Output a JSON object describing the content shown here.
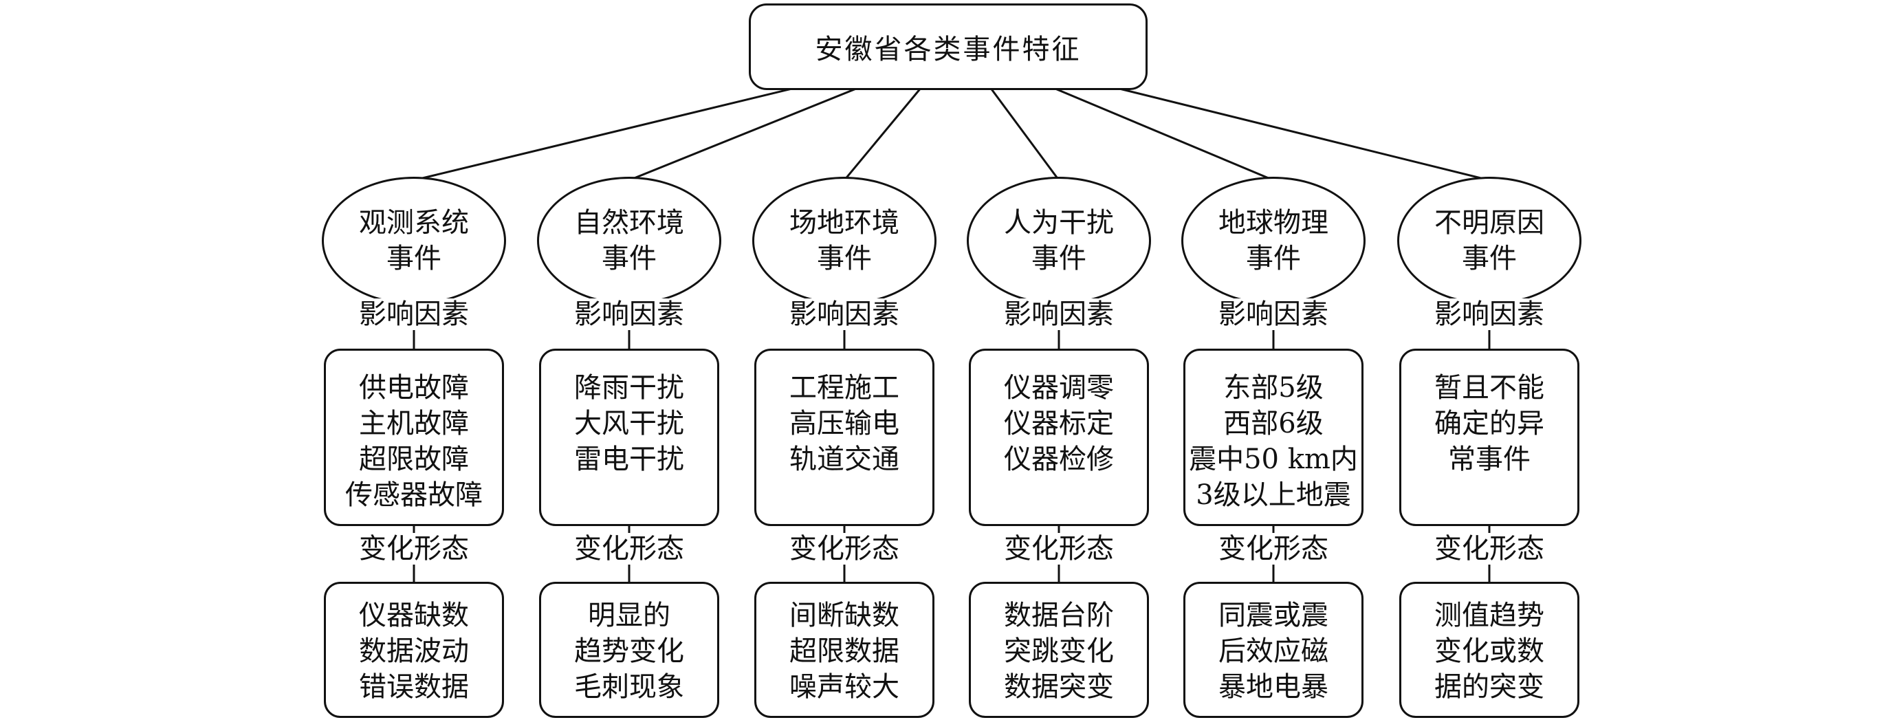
{
  "root": {
    "title": "安徽省各类事件特征"
  },
  "connector_labels": {
    "influence": "影响因素",
    "form": "变化形态"
  },
  "columns": [
    {
      "category": "观测系统\n事件",
      "factors": "供电故障\n主机故障\n超限故障\n传感器故障",
      "forms": "仪器缺数\n数据波动\n错误数据"
    },
    {
      "category": "自然环境\n事件",
      "factors": "降雨干扰\n大风干扰\n雷电干扰",
      "forms": "明显的\n趋势变化\n毛刺现象"
    },
    {
      "category": "场地环境\n事件",
      "factors": "工程施工\n高压输电\n轨道交通",
      "forms": "间断缺数\n超限数据\n噪声较大"
    },
    {
      "category": "人为干扰\n事件",
      "factors": "仪器调零\n仪器标定\n仪器检修",
      "forms": "数据台阶\n突跳变化\n数据突变"
    },
    {
      "category": "地球物理\n事件",
      "factors": "东部5级\n西部6级\n震中50 km内\n3级以上地震",
      "forms": "同震或震\n后效应磁\n暴地电暴"
    },
    {
      "category": "不明原因\n事件",
      "factors": "暂且不能\n确定的异\n常事件",
      "forms": "测值趋势\n变化或数\n据的突变"
    }
  ]
}
